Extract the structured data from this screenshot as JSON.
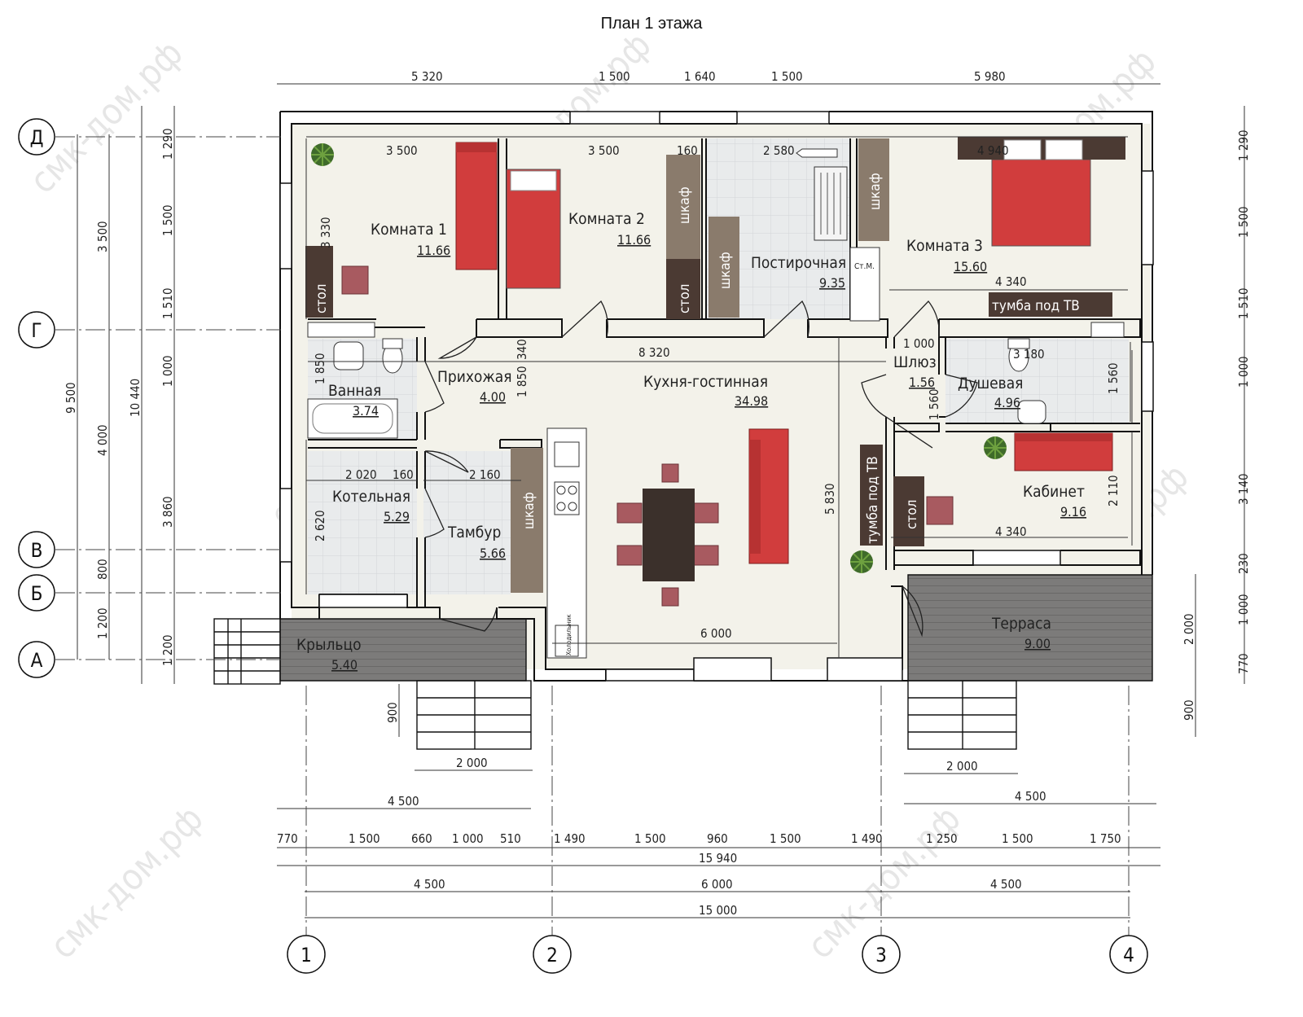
{
  "title": "План 1 этажа",
  "watermark": "смк-дом.рф",
  "axes": {
    "letters": [
      "Д",
      "Г",
      "В",
      "Б",
      "А"
    ],
    "numbers": [
      "1",
      "2",
      "3",
      "4"
    ]
  },
  "rooms": [
    {
      "name": "Комната 1",
      "area": "11.66"
    },
    {
      "name": "Комната 2",
      "area": "11.66"
    },
    {
      "name": "Постирочная",
      "area": "9.35"
    },
    {
      "name": "Комната 3",
      "area": "15.60"
    },
    {
      "name": "Прихожая",
      "area": "4.00"
    },
    {
      "name": "Ванная",
      "area": "3.74"
    },
    {
      "name": "Кухня-гостинная",
      "area": "34.98"
    },
    {
      "name": "Шлюз",
      "area": "1.56"
    },
    {
      "name": "Душевая",
      "area": "4.96"
    },
    {
      "name": "Котельная",
      "area": "5.29"
    },
    {
      "name": "Тамбур",
      "area": "5.66"
    },
    {
      "name": "Кабинет",
      "area": "9.16"
    },
    {
      "name": "Терраса",
      "area": "9.00"
    },
    {
      "name": "Крыльцо",
      "area": "5.40"
    }
  ],
  "furniture": {
    "wardrobe": "шкаф",
    "table": "стол",
    "tv_stand": "тумба под ТВ",
    "washer": "Ст.М.",
    "fridge": "Холодильник"
  },
  "dimensions": {
    "top": [
      "5 320",
      "1 500",
      "1 640",
      "1 500",
      "5 980"
    ],
    "interior": [
      "3 500",
      "3 500",
      "160",
      "2 580",
      "4 940",
      "3 330",
      "4 340",
      "8 320",
      "340",
      "1 850",
      "1 850",
      "1 000",
      "3 180",
      "1 560",
      "1 560",
      "5 830",
      "2 020",
      "160",
      "2 160",
      "2 620",
      "2 110",
      "4 340",
      "6 000"
    ],
    "left_outer": [
      "3 500",
      "4 000",
      "1 200"
    ],
    "left_mid": [
      "9 500",
      "10 440"
    ],
    "left_inner": [
      "1 290",
      "1 500",
      "1 510",
      "1 000",
      "3 860",
      "800",
      "1 200"
    ],
    "right": [
      "1 290",
      "1 500",
      "1 510",
      "1 000",
      "3 140",
      "230",
      "1 000",
      "770"
    ],
    "right_terrace": [
      "2 000",
      "900"
    ],
    "porch_left": [
      "900",
      "2 000",
      "4 500"
    ],
    "porch_right": [
      "2 000",
      "4 500"
    ],
    "bottom_detail": [
      "770",
      "1 500",
      "660",
      "1 000",
      "510",
      "1 490",
      "1 500",
      "960",
      "1 500",
      "1 490",
      "1 250",
      "1 500",
      "1 750"
    ],
    "bottom_total": "15 940",
    "bottom_axes": [
      "4 500",
      "6 000",
      "4 500"
    ],
    "bottom_axes_total": "15 000"
  }
}
